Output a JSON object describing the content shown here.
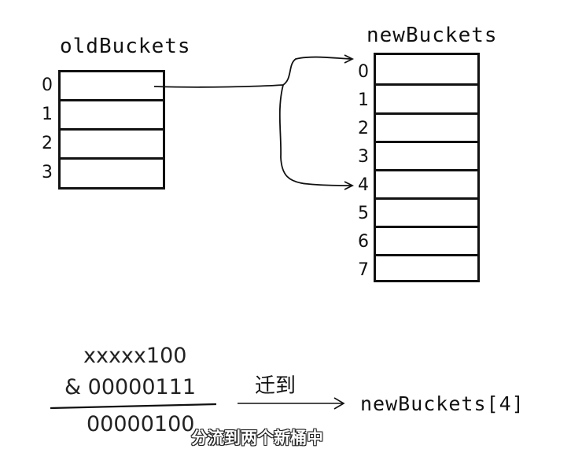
{
  "old_buckets": {
    "title": "oldBuckets",
    "indices": [
      "0",
      "1",
      "2",
      "3"
    ]
  },
  "new_buckets": {
    "title": "newBuckets",
    "indices": [
      "0",
      "1",
      "2",
      "3",
      "4",
      "5",
      "6",
      "7"
    ]
  },
  "calculation": {
    "operand": "xxxxx100",
    "mask": "& 00000111",
    "result": "00000100"
  },
  "migration": {
    "label": "迁到",
    "target": "newBuckets[4]"
  },
  "subtitle": "分流到两个新桶中"
}
